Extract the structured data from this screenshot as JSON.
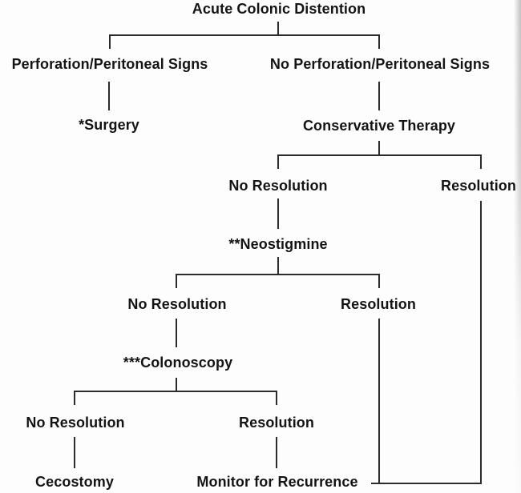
{
  "figure": {
    "type": "flowchart",
    "title": "Acute Colonic Distention"
  },
  "nodes": {
    "title": "Acute Colonic Distention",
    "perforation": "Perforation/Peritoneal Signs",
    "no_perforation": "No Perforation/Peritoneal Signs",
    "surgery": "*Surgery",
    "conservative": "Conservative Therapy",
    "no_resolution_1": "No Resolution",
    "resolution_1": "Resolution",
    "neostigmine": "**Neostigmine",
    "no_resolution_2": "No Resolution",
    "resolution_2": "Resolution",
    "colonoscopy": "***Colonoscopy",
    "no_resolution_3": "No Resolution",
    "resolution_3": "Resolution",
    "cecostomy": "Cecostomy",
    "monitor": "Monitor for Recurrence"
  },
  "connections": [
    {
      "from": "title",
      "to": "perforation"
    },
    {
      "from": "title",
      "to": "no_perforation"
    },
    {
      "from": "perforation",
      "to": "surgery"
    },
    {
      "from": "no_perforation",
      "to": "conservative"
    },
    {
      "from": "conservative",
      "to": "no_resolution_1"
    },
    {
      "from": "conservative",
      "to": "resolution_1"
    },
    {
      "from": "no_resolution_1",
      "to": "neostigmine"
    },
    {
      "from": "neostigmine",
      "to": "no_resolution_2"
    },
    {
      "from": "neostigmine",
      "to": "resolution_2"
    },
    {
      "from": "no_resolution_2",
      "to": "colonoscopy"
    },
    {
      "from": "colonoscopy",
      "to": "no_resolution_3"
    },
    {
      "from": "colonoscopy",
      "to": "resolution_3"
    },
    {
      "from": "no_resolution_3",
      "to": "cecostomy"
    },
    {
      "from": "resolution_3",
      "to": "monitor"
    },
    {
      "from": "resolution_2",
      "to": "monitor"
    },
    {
      "from": "resolution_1",
      "to": "monitor"
    }
  ]
}
